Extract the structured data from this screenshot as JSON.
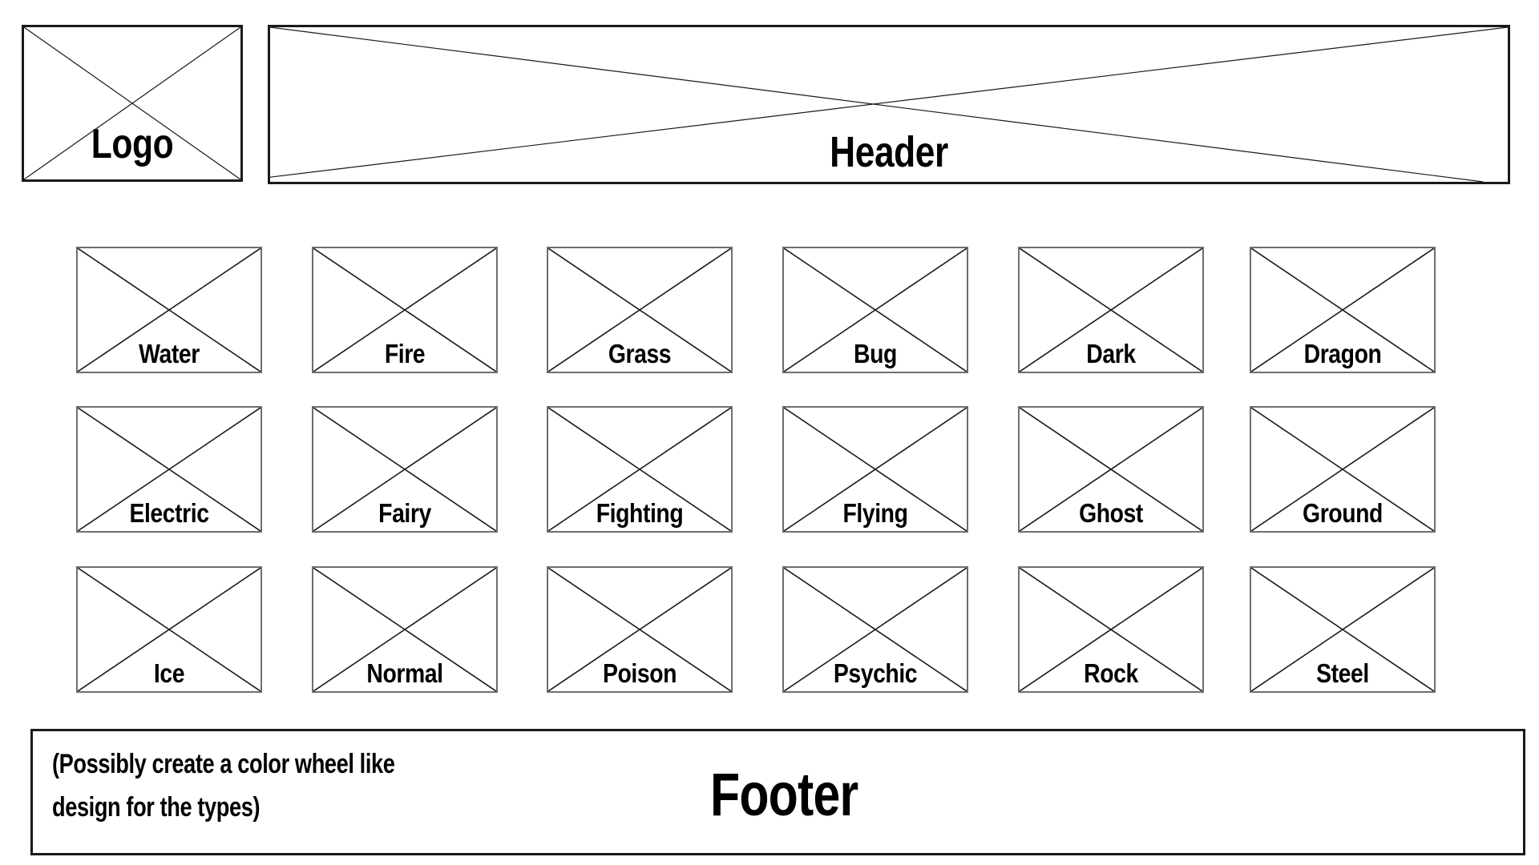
{
  "logo": {
    "label": "Logo"
  },
  "header": {
    "label": "Header"
  },
  "types": [
    [
      "Water",
      "Fire",
      "Grass",
      "Bug",
      "Dark",
      "Dragon"
    ],
    [
      "Electric",
      "Fairy",
      "Fighting",
      "Flying",
      "Ghost",
      "Ground"
    ],
    [
      "Ice",
      "Normal",
      "Poison",
      "Psychic",
      "Rock",
      "Steel"
    ]
  ],
  "footer": {
    "label": "Footer",
    "note_line1": "(Possibly create a color wheel like",
    "note_line2": "design for the types)"
  }
}
